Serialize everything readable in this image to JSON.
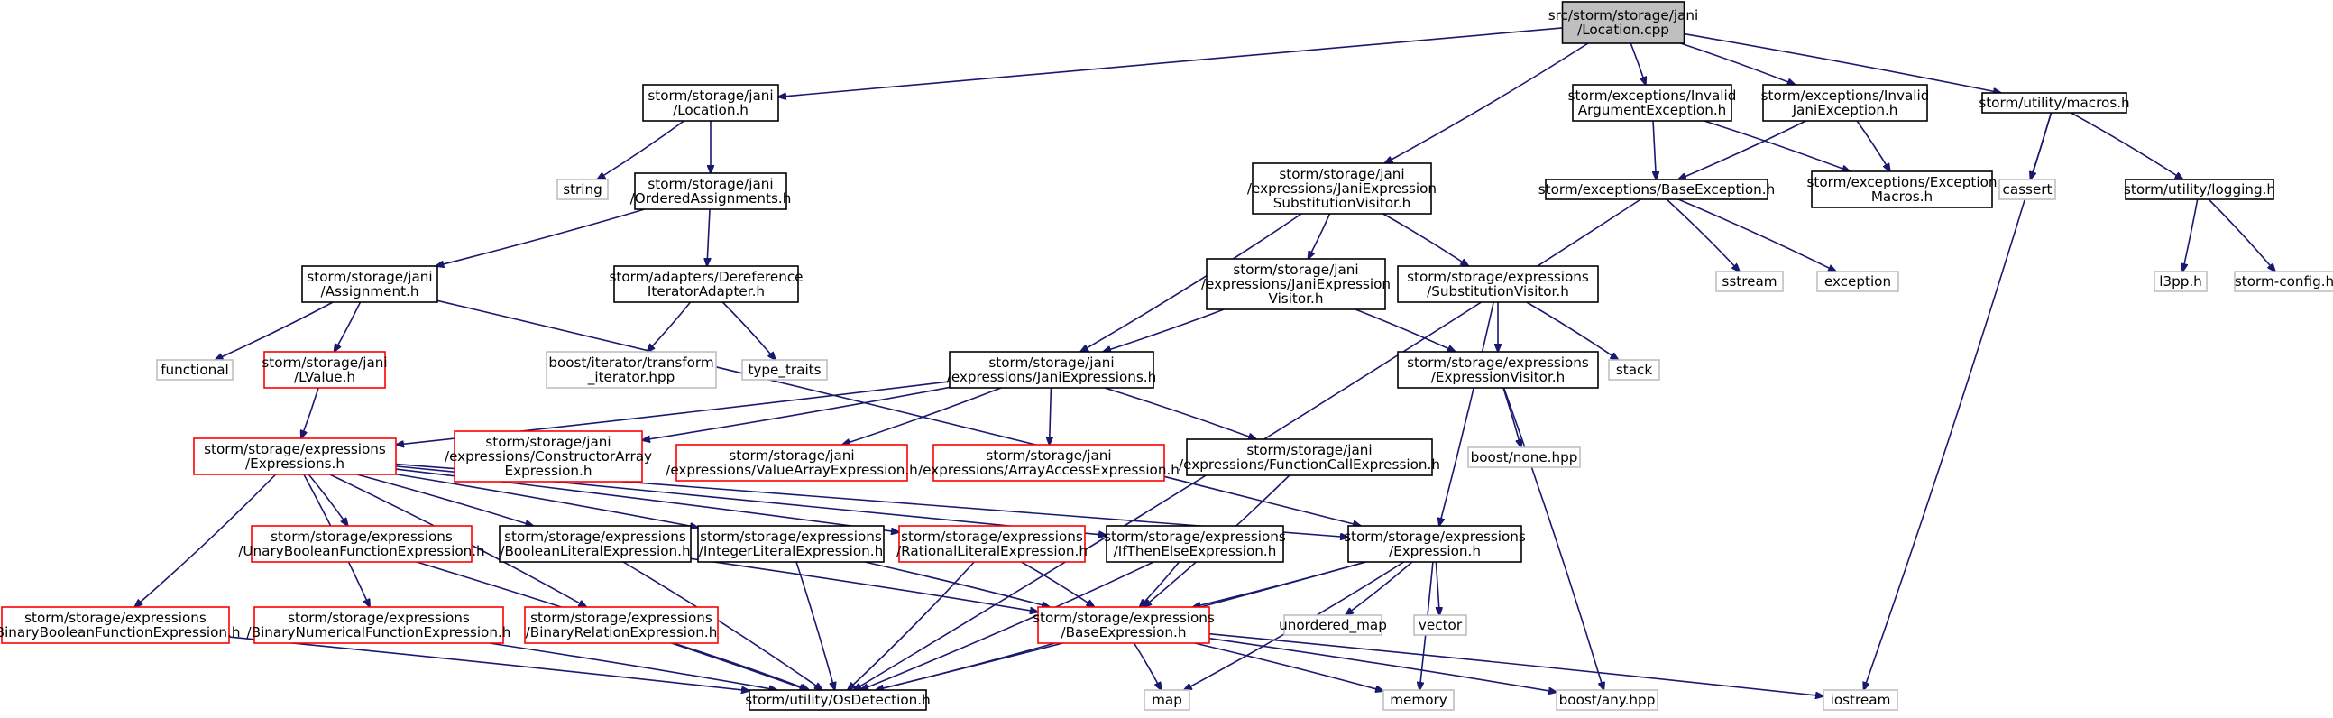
{
  "colors": {
    "edge": "#191970",
    "node_border": "#000000",
    "root_fill": "#bfbfbf",
    "incomplete_border": "#ff0000",
    "external_border": "#bfbfbf",
    "background": "#ffffff"
  },
  "nodes": [
    {
      "id": "root",
      "lines": [
        "src/storm/storage/jani",
        "/Location.cpp"
      ],
      "style": "root"
    },
    {
      "id": "jani_location",
      "lines": [
        "storm/storage/jani",
        "/Location.h"
      ],
      "style": "normal"
    },
    {
      "id": "string",
      "lines": [
        "string"
      ],
      "style": "external"
    },
    {
      "id": "ordered_assignments",
      "lines": [
        "storm/storage/jani",
        "/OrderedAssignments.h"
      ],
      "style": "normal"
    },
    {
      "id": "assignment",
      "lines": [
        "storm/storage/jani",
        "/Assignment.h"
      ],
      "style": "normal"
    },
    {
      "id": "functional",
      "lines": [
        "functional"
      ],
      "style": "external"
    },
    {
      "id": "lvalue",
      "lines": [
        "storm/storage/jani",
        "/LValue.h"
      ],
      "style": "incomplete"
    },
    {
      "id": "deref_iter",
      "lines": [
        "storm/adapters/Dereference",
        "IteratorAdapter.h"
      ],
      "style": "normal"
    },
    {
      "id": "boost_iter",
      "lines": [
        "boost/iterator/transform",
        "_iterator.hpp"
      ],
      "style": "external"
    },
    {
      "id": "type_traits",
      "lines": [
        "type_traits"
      ],
      "style": "external"
    },
    {
      "id": "jani_subst_visitor",
      "lines": [
        "storm/storage/jani",
        "/expressions/JaniExpression",
        "SubstitutionVisitor.h"
      ],
      "style": "normal"
    },
    {
      "id": "jani_expr_visitor",
      "lines": [
        "storm/storage/jani",
        "/expressions/JaniExpression",
        "Visitor.h"
      ],
      "style": "normal"
    },
    {
      "id": "jani_expressions",
      "lines": [
        "storm/storage/jani",
        "/expressions/JaniExpressions.h"
      ],
      "style": "normal"
    },
    {
      "id": "expressions_h",
      "lines": [
        "storm/storage/expressions",
        "/Expressions.h"
      ],
      "style": "incomplete"
    },
    {
      "id": "constructor_array",
      "lines": [
        "storm/storage/jani",
        "/expressions/ConstructorArray",
        "Expression.h"
      ],
      "style": "incomplete"
    },
    {
      "id": "value_array",
      "lines": [
        "storm/storage/jani",
        "/expressions/ValueArrayExpression.h"
      ],
      "style": "incomplete"
    },
    {
      "id": "array_access",
      "lines": [
        "storm/storage/jani",
        "/expressions/ArrayAccessExpression.h"
      ],
      "style": "incomplete"
    },
    {
      "id": "function_call",
      "lines": [
        "storm/storage/jani",
        "/expressions/FunctionCallExpression.h"
      ],
      "style": "normal"
    },
    {
      "id": "subst_visitor",
      "lines": [
        "storm/storage/expressions",
        "/SubstitutionVisitor.h"
      ],
      "style": "normal"
    },
    {
      "id": "stack",
      "lines": [
        "stack"
      ],
      "style": "external"
    },
    {
      "id": "expr_visitor",
      "lines": [
        "storm/storage/expressions",
        "/ExpressionVisitor.h"
      ],
      "style": "normal"
    },
    {
      "id": "boost_none",
      "lines": [
        "boost/none.hpp"
      ],
      "style": "external"
    },
    {
      "id": "invalid_arg",
      "lines": [
        "storm/exceptions/Invalid",
        "ArgumentException.h"
      ],
      "style": "normal"
    },
    {
      "id": "invalid_jani",
      "lines": [
        "storm/exceptions/Invalid",
        "JaniException.h"
      ],
      "style": "normal"
    },
    {
      "id": "base_exception",
      "lines": [
        "storm/exceptions/BaseException.h"
      ],
      "style": "normal"
    },
    {
      "id": "exception_macros",
      "lines": [
        "storm/exceptions/Exception",
        "Macros.h"
      ],
      "style": "normal"
    },
    {
      "id": "sstream",
      "lines": [
        "sstream"
      ],
      "style": "external"
    },
    {
      "id": "exception",
      "lines": [
        "exception"
      ],
      "style": "external"
    },
    {
      "id": "macros",
      "lines": [
        "storm/utility/macros.h"
      ],
      "style": "normal"
    },
    {
      "id": "cassert",
      "lines": [
        "cassert"
      ],
      "style": "external"
    },
    {
      "id": "logging",
      "lines": [
        "storm/utility/logging.h"
      ],
      "style": "normal"
    },
    {
      "id": "l3pp",
      "lines": [
        "l3pp.h"
      ],
      "style": "external"
    },
    {
      "id": "storm_config",
      "lines": [
        "storm-config.h"
      ],
      "style": "external"
    },
    {
      "id": "unary_bool_fn",
      "lines": [
        "storm/storage/expressions",
        "/UnaryBooleanFunctionExpression.h"
      ],
      "style": "incomplete"
    },
    {
      "id": "bool_literal",
      "lines": [
        "storm/storage/expressions",
        "/BooleanLiteralExpression.h"
      ],
      "style": "normal"
    },
    {
      "id": "int_literal",
      "lines": [
        "storm/storage/expressions",
        "/IntegerLiteralExpression.h"
      ],
      "style": "normal"
    },
    {
      "id": "rational_literal",
      "lines": [
        "storm/storage/expressions",
        "/RationalLiteralExpression.h"
      ],
      "style": "incomplete"
    },
    {
      "id": "ite_expr",
      "lines": [
        "storm/storage/expressions",
        "/IfThenElseExpression.h"
      ],
      "style": "normal"
    },
    {
      "id": "expression_h",
      "lines": [
        "storm/storage/expressions",
        "/Expression.h"
      ],
      "style": "normal"
    },
    {
      "id": "binary_bool_fn",
      "lines": [
        "storm/storage/expressions",
        "/BinaryBooleanFunctionExpression.h"
      ],
      "style": "incomplete"
    },
    {
      "id": "binary_num_fn",
      "lines": [
        "storm/storage/expressions",
        "/BinaryNumericalFunctionExpression.h"
      ],
      "style": "incomplete"
    },
    {
      "id": "binary_relation",
      "lines": [
        "storm/storage/expressions",
        "/BinaryRelationExpression.h"
      ],
      "style": "incomplete"
    },
    {
      "id": "base_expression",
      "lines": [
        "storm/storage/expressions",
        "/BaseExpression.h"
      ],
      "style": "incomplete"
    },
    {
      "id": "unordered_map",
      "lines": [
        "unordered_map"
      ],
      "style": "external"
    },
    {
      "id": "vector",
      "lines": [
        "vector"
      ],
      "style": "external"
    },
    {
      "id": "os_detection",
      "lines": [
        "storm/utility/OsDetection.h"
      ],
      "style": "normal"
    },
    {
      "id": "map",
      "lines": [
        "map"
      ],
      "style": "external"
    },
    {
      "id": "memory",
      "lines": [
        "memory"
      ],
      "style": "external"
    },
    {
      "id": "boost_any",
      "lines": [
        "boost/any.hpp"
      ],
      "style": "external"
    },
    {
      "id": "iostream",
      "lines": [
        "iostream"
      ],
      "style": "external"
    }
  ],
  "edges": [
    [
      "root",
      "jani_location"
    ],
    [
      "root",
      "jani_subst_visitor"
    ],
    [
      "root",
      "invalid_arg"
    ],
    [
      "root",
      "invalid_jani"
    ],
    [
      "root",
      "macros"
    ],
    [
      "jani_location",
      "string"
    ],
    [
      "jani_location",
      "ordered_assignments"
    ],
    [
      "ordered_assignments",
      "assignment"
    ],
    [
      "ordered_assignments",
      "deref_iter"
    ],
    [
      "assignment",
      "functional"
    ],
    [
      "assignment",
      "lvalue"
    ],
    [
      "assignment",
      "expression_h"
    ],
    [
      "lvalue",
      "expressions_h"
    ],
    [
      "deref_iter",
      "boost_iter"
    ],
    [
      "deref_iter",
      "type_traits"
    ],
    [
      "jani_subst_visitor",
      "jani_expressions"
    ],
    [
      "jani_subst_visitor",
      "jani_expr_visitor"
    ],
    [
      "jani_subst_visitor",
      "subst_visitor"
    ],
    [
      "jani_expr_visitor",
      "jani_expressions"
    ],
    [
      "jani_expr_visitor",
      "expr_visitor"
    ],
    [
      "jani_expressions",
      "expressions_h"
    ],
    [
      "jani_expressions",
      "constructor_array"
    ],
    [
      "jani_expressions",
      "value_array"
    ],
    [
      "jani_expressions",
      "array_access"
    ],
    [
      "jani_expressions",
      "function_call"
    ],
    [
      "function_call",
      "base_expression"
    ],
    [
      "subst_visitor",
      "expr_visitor"
    ],
    [
      "subst_visitor",
      "stack"
    ],
    [
      "subst_visitor",
      "expression_h"
    ],
    [
      "expr_visitor",
      "boost_none"
    ],
    [
      "expr_visitor",
      "boost_any"
    ],
    [
      "invalid_arg",
      "base_exception"
    ],
    [
      "invalid_arg",
      "exception_macros"
    ],
    [
      "invalid_jani",
      "base_exception"
    ],
    [
      "invalid_jani",
      "exception_macros"
    ],
    [
      "base_exception",
      "sstream"
    ],
    [
      "base_exception",
      "exception"
    ],
    [
      "base_exception",
      "os_detection"
    ],
    [
      "macros",
      "cassert"
    ],
    [
      "macros",
      "logging"
    ],
    [
      "macros",
      "iostream"
    ],
    [
      "logging",
      "l3pp"
    ],
    [
      "logging",
      "storm_config"
    ],
    [
      "expressions_h",
      "unary_bool_fn"
    ],
    [
      "expressions_h",
      "bool_literal"
    ],
    [
      "expressions_h",
      "int_literal"
    ],
    [
      "expressions_h",
      "rational_literal"
    ],
    [
      "expressions_h",
      "ite_expr"
    ],
    [
      "expressions_h",
      "expression_h"
    ],
    [
      "expressions_h",
      "binary_bool_fn"
    ],
    [
      "expressions_h",
      "binary_num_fn"
    ],
    [
      "expressions_h",
      "binary_relation"
    ],
    [
      "unary_bool_fn",
      "os_detection"
    ],
    [
      "bool_literal",
      "base_expression"
    ],
    [
      "bool_literal",
      "os_detection"
    ],
    [
      "int_literal",
      "base_expression"
    ],
    [
      "int_literal",
      "os_detection"
    ],
    [
      "rational_literal",
      "base_expression"
    ],
    [
      "rational_literal",
      "os_detection"
    ],
    [
      "ite_expr",
      "base_expression"
    ],
    [
      "ite_expr",
      "os_detection"
    ],
    [
      "expression_h",
      "base_expression"
    ],
    [
      "expression_h",
      "unordered_map"
    ],
    [
      "expression_h",
      "vector"
    ],
    [
      "expression_h",
      "os_detection"
    ],
    [
      "expression_h",
      "map"
    ],
    [
      "expression_h",
      "memory"
    ],
    [
      "binary_bool_fn",
      "os_detection"
    ],
    [
      "binary_num_fn",
      "os_detection"
    ],
    [
      "binary_relation",
      "os_detection"
    ],
    [
      "base_expression",
      "os_detection"
    ],
    [
      "base_expression",
      "map"
    ],
    [
      "base_expression",
      "memory"
    ],
    [
      "base_expression",
      "boost_any"
    ],
    [
      "base_expression",
      "iostream"
    ]
  ]
}
